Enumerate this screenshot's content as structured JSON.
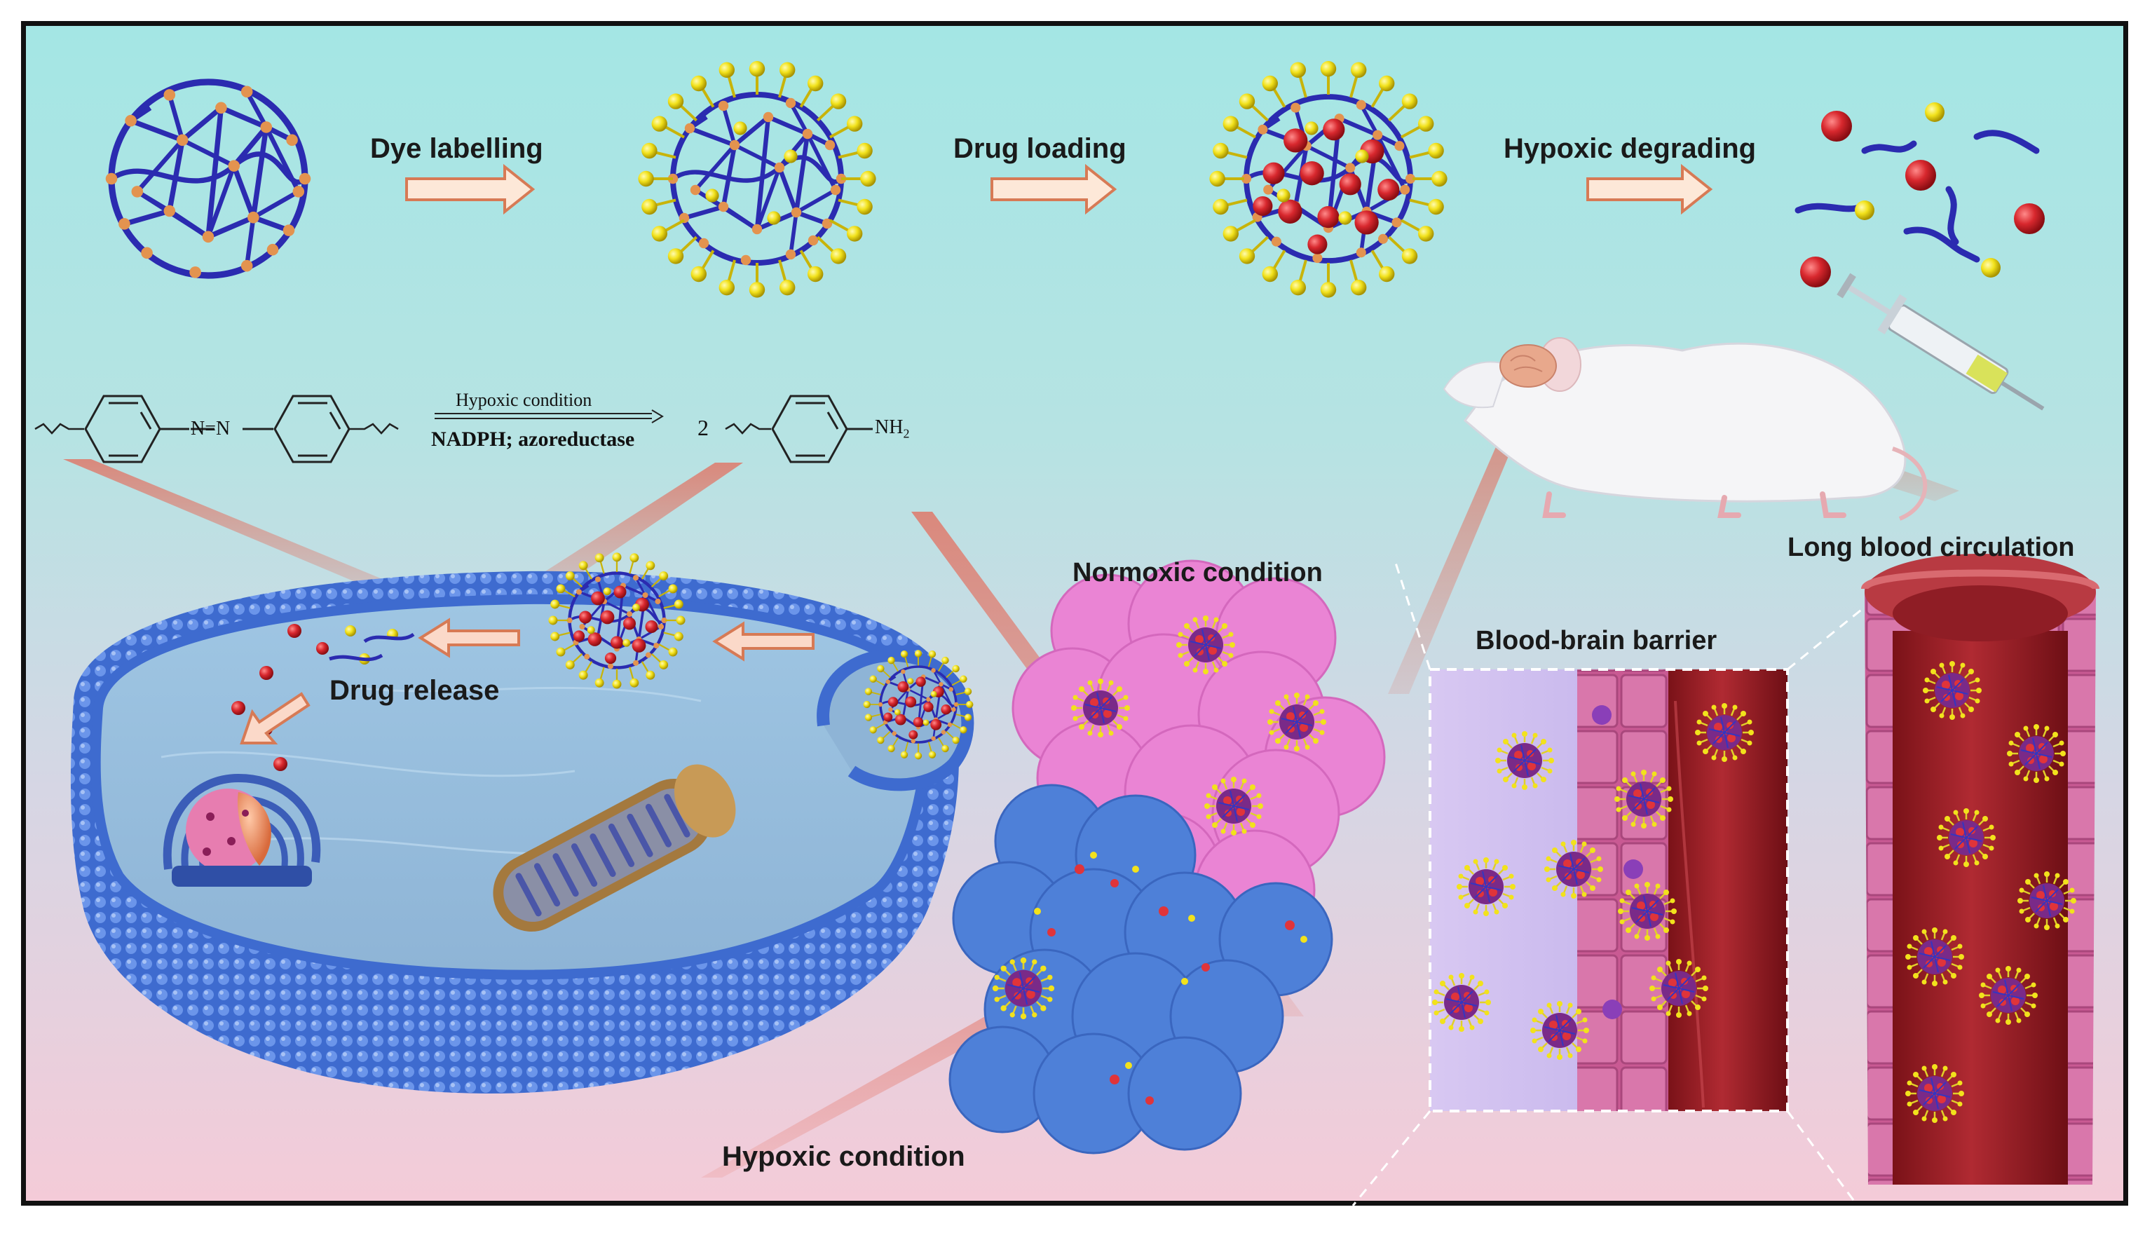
{
  "process_steps": [
    {
      "label": "Dye labelling"
    },
    {
      "label": "Drug loading"
    },
    {
      "label": "Hypoxic degrading"
    }
  ],
  "reaction": {
    "condition_top": "Hypoxic condition",
    "condition_bottom": "NADPH; azoreductase",
    "coefficient": "2",
    "product_group": "NH",
    "product_subscript": "2",
    "azo_group": "N=N"
  },
  "labels": {
    "drug_release": "Drug release",
    "normoxic": "Normoxic condition",
    "hypoxic": "Hypoxic condition",
    "bbb": "Blood-brain barrier",
    "circulation": "Long blood circulation"
  },
  "colors": {
    "network": "#2f2fb0",
    "dye": "#f2e21c",
    "drug": "#d8282e",
    "arrow": "#d77a55",
    "membrane": "#4a78d8",
    "normoxic_tissue": "#ec86d6",
    "hypoxic_tissue": "#4d7ed6",
    "vessel": "#a5242e"
  }
}
